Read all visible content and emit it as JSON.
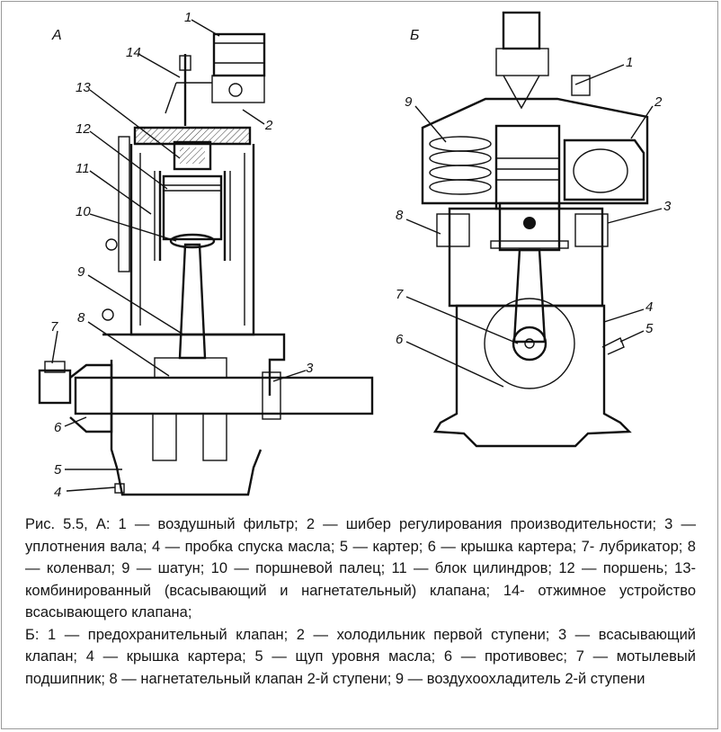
{
  "panels": {
    "a": "А",
    "b": "Б"
  },
  "labels_a": [
    "1",
    "2",
    "3",
    "4",
    "5",
    "6",
    "7",
    "8",
    "9",
    "10",
    "11",
    "12",
    "13",
    "14"
  ],
  "labels_b": [
    "1",
    "2",
    "3",
    "4",
    "5",
    "6",
    "7",
    "8",
    "9"
  ],
  "caption": {
    "a": "Рис. 5.5, А: 1 — воздушный фильтр; 2 — шибер регулирования производительности; 3 — уплотнения вала; 4 — пробка спуска масла; 5 — картер; 6 — крышка картера; 7- лубрикатор; 8 — коленвал; 9 — шатун; 10 — поршневой палец; 11 — блок цилиндров; 12 — поршень; 13- комбинированный (всасывающий и нагнетательный) клапана; 14- отжимное устройство всасывающего клапана;",
    "b": "Б: 1 — предохранительный клапан; 2 — холодильник первой ступени; 3 — всасывающий клапан; 4 — крышка картера; 5 — щуп уровня масла; 6 — противовес; 7 — мотылевый подшипник; 8 — нагнетательный клапан 2-й ступени; 9 — воздухоохладитель 2-й ступени"
  }
}
